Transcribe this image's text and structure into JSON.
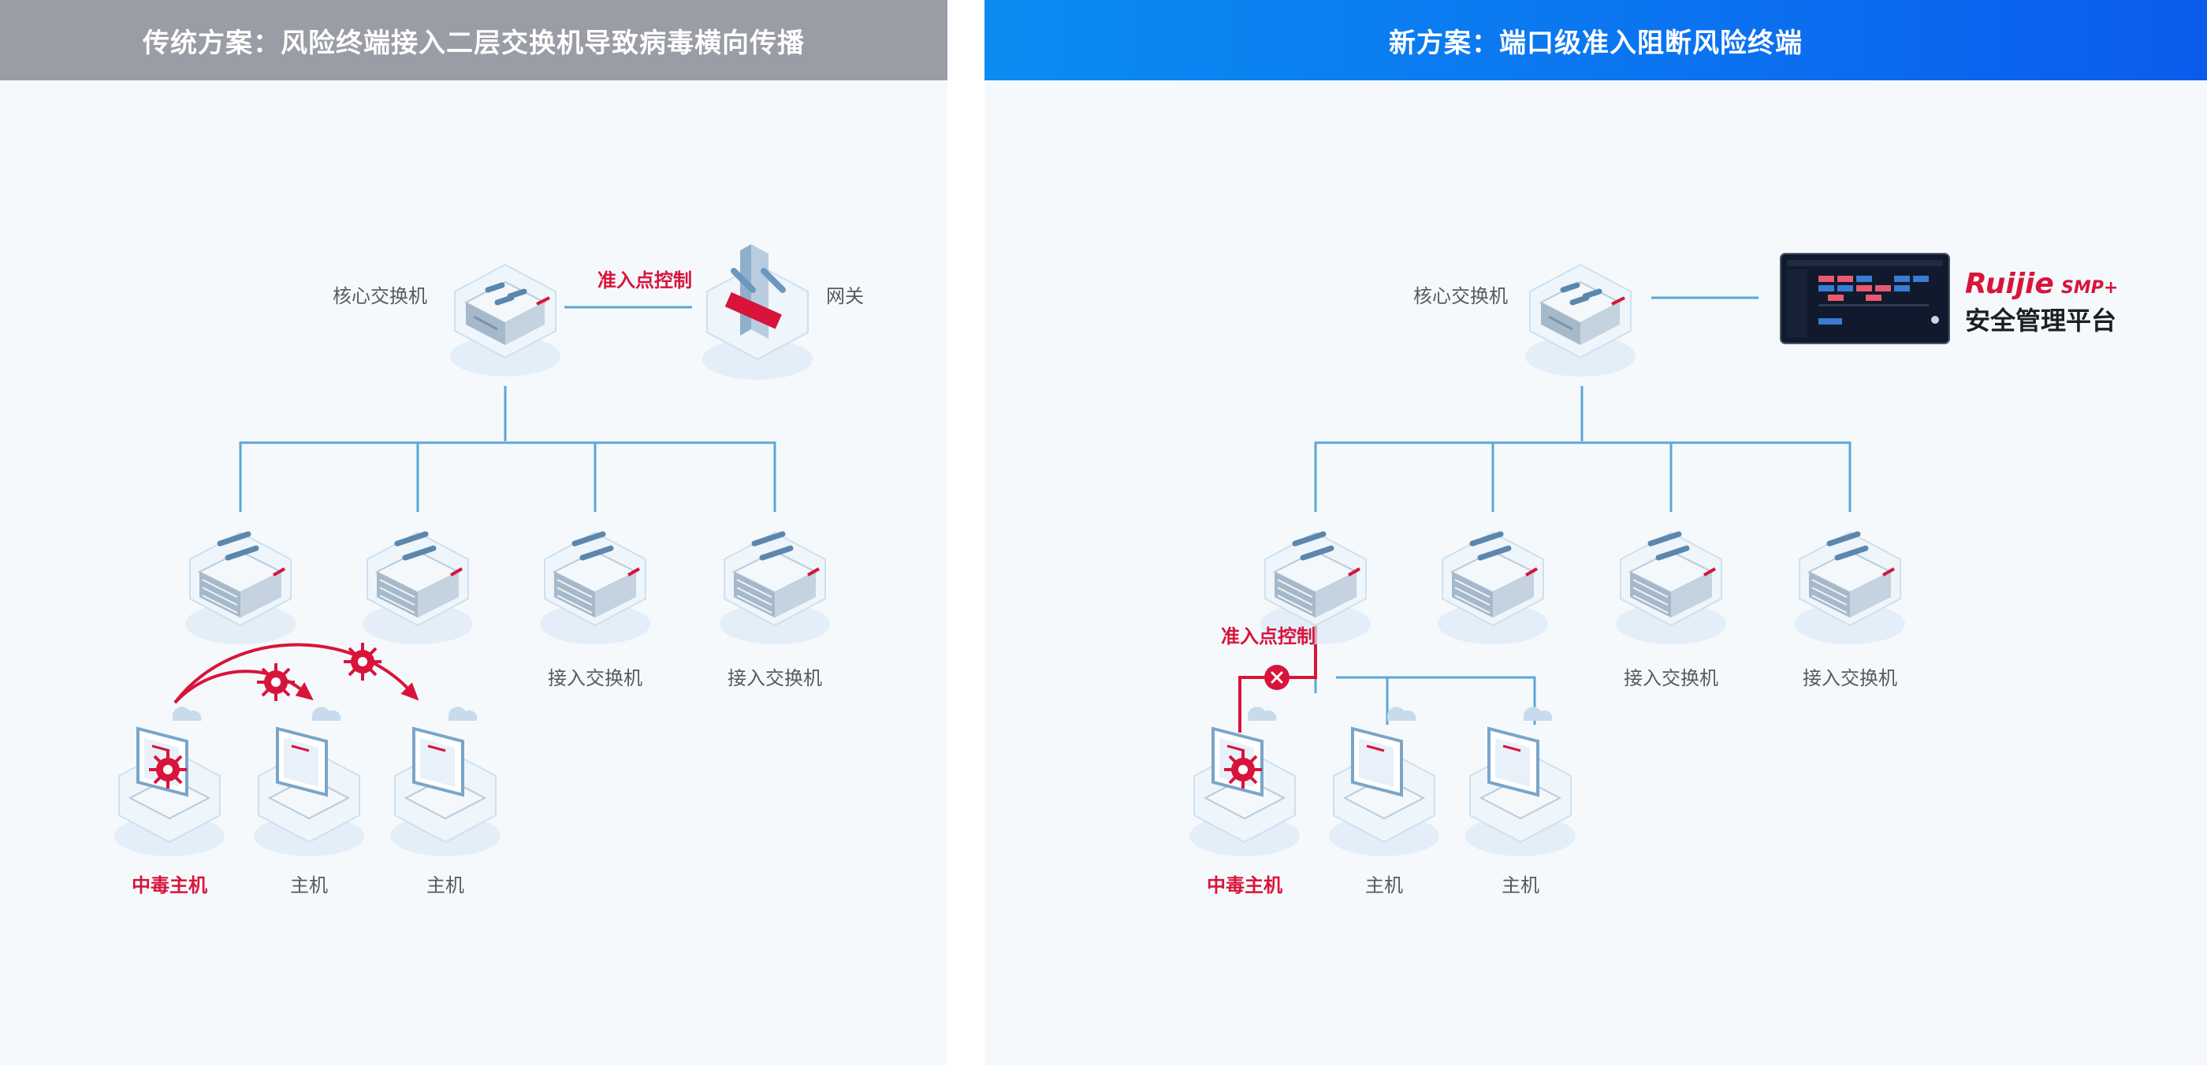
{
  "left": {
    "title": "传统方案：风险终端接入二层交换机导致病毒横向传播",
    "core_switch": "核心交换机",
    "gateway": "网关",
    "access_control": "准入点控制",
    "access_switch_3": "接入交换机",
    "access_switch_4": "接入交换机",
    "infected_host": "中毒主机",
    "host_2": "主机",
    "host_3": "主机"
  },
  "right": {
    "title": "新方案：端口级准入阻断风险终端",
    "core_switch": "核心交换机",
    "access_control": "准入点控制",
    "access_switch_3": "接入交换机",
    "access_switch_4": "接入交换机",
    "infected_host": "中毒主机",
    "host_2": "主机",
    "host_3": "主机",
    "platform_brand": "Ruijie",
    "platform_brand_suffix": "SMP+",
    "platform_name": "安全管理平台"
  },
  "colors": {
    "link_blue": "#5aa8d6",
    "alert_red": "#d8143a",
    "left_banner": "#9a9ca6",
    "right_banner": "#0b74f0"
  },
  "icons": {
    "core_switch": "core-switch-icon",
    "access_switch": "access-switch-icon",
    "gateway": "gateway-firewall-icon",
    "host": "desktop-computer-icon",
    "virus": "virus-icon",
    "block": "block-x-icon",
    "monitor": "management-dashboard-icon"
  }
}
